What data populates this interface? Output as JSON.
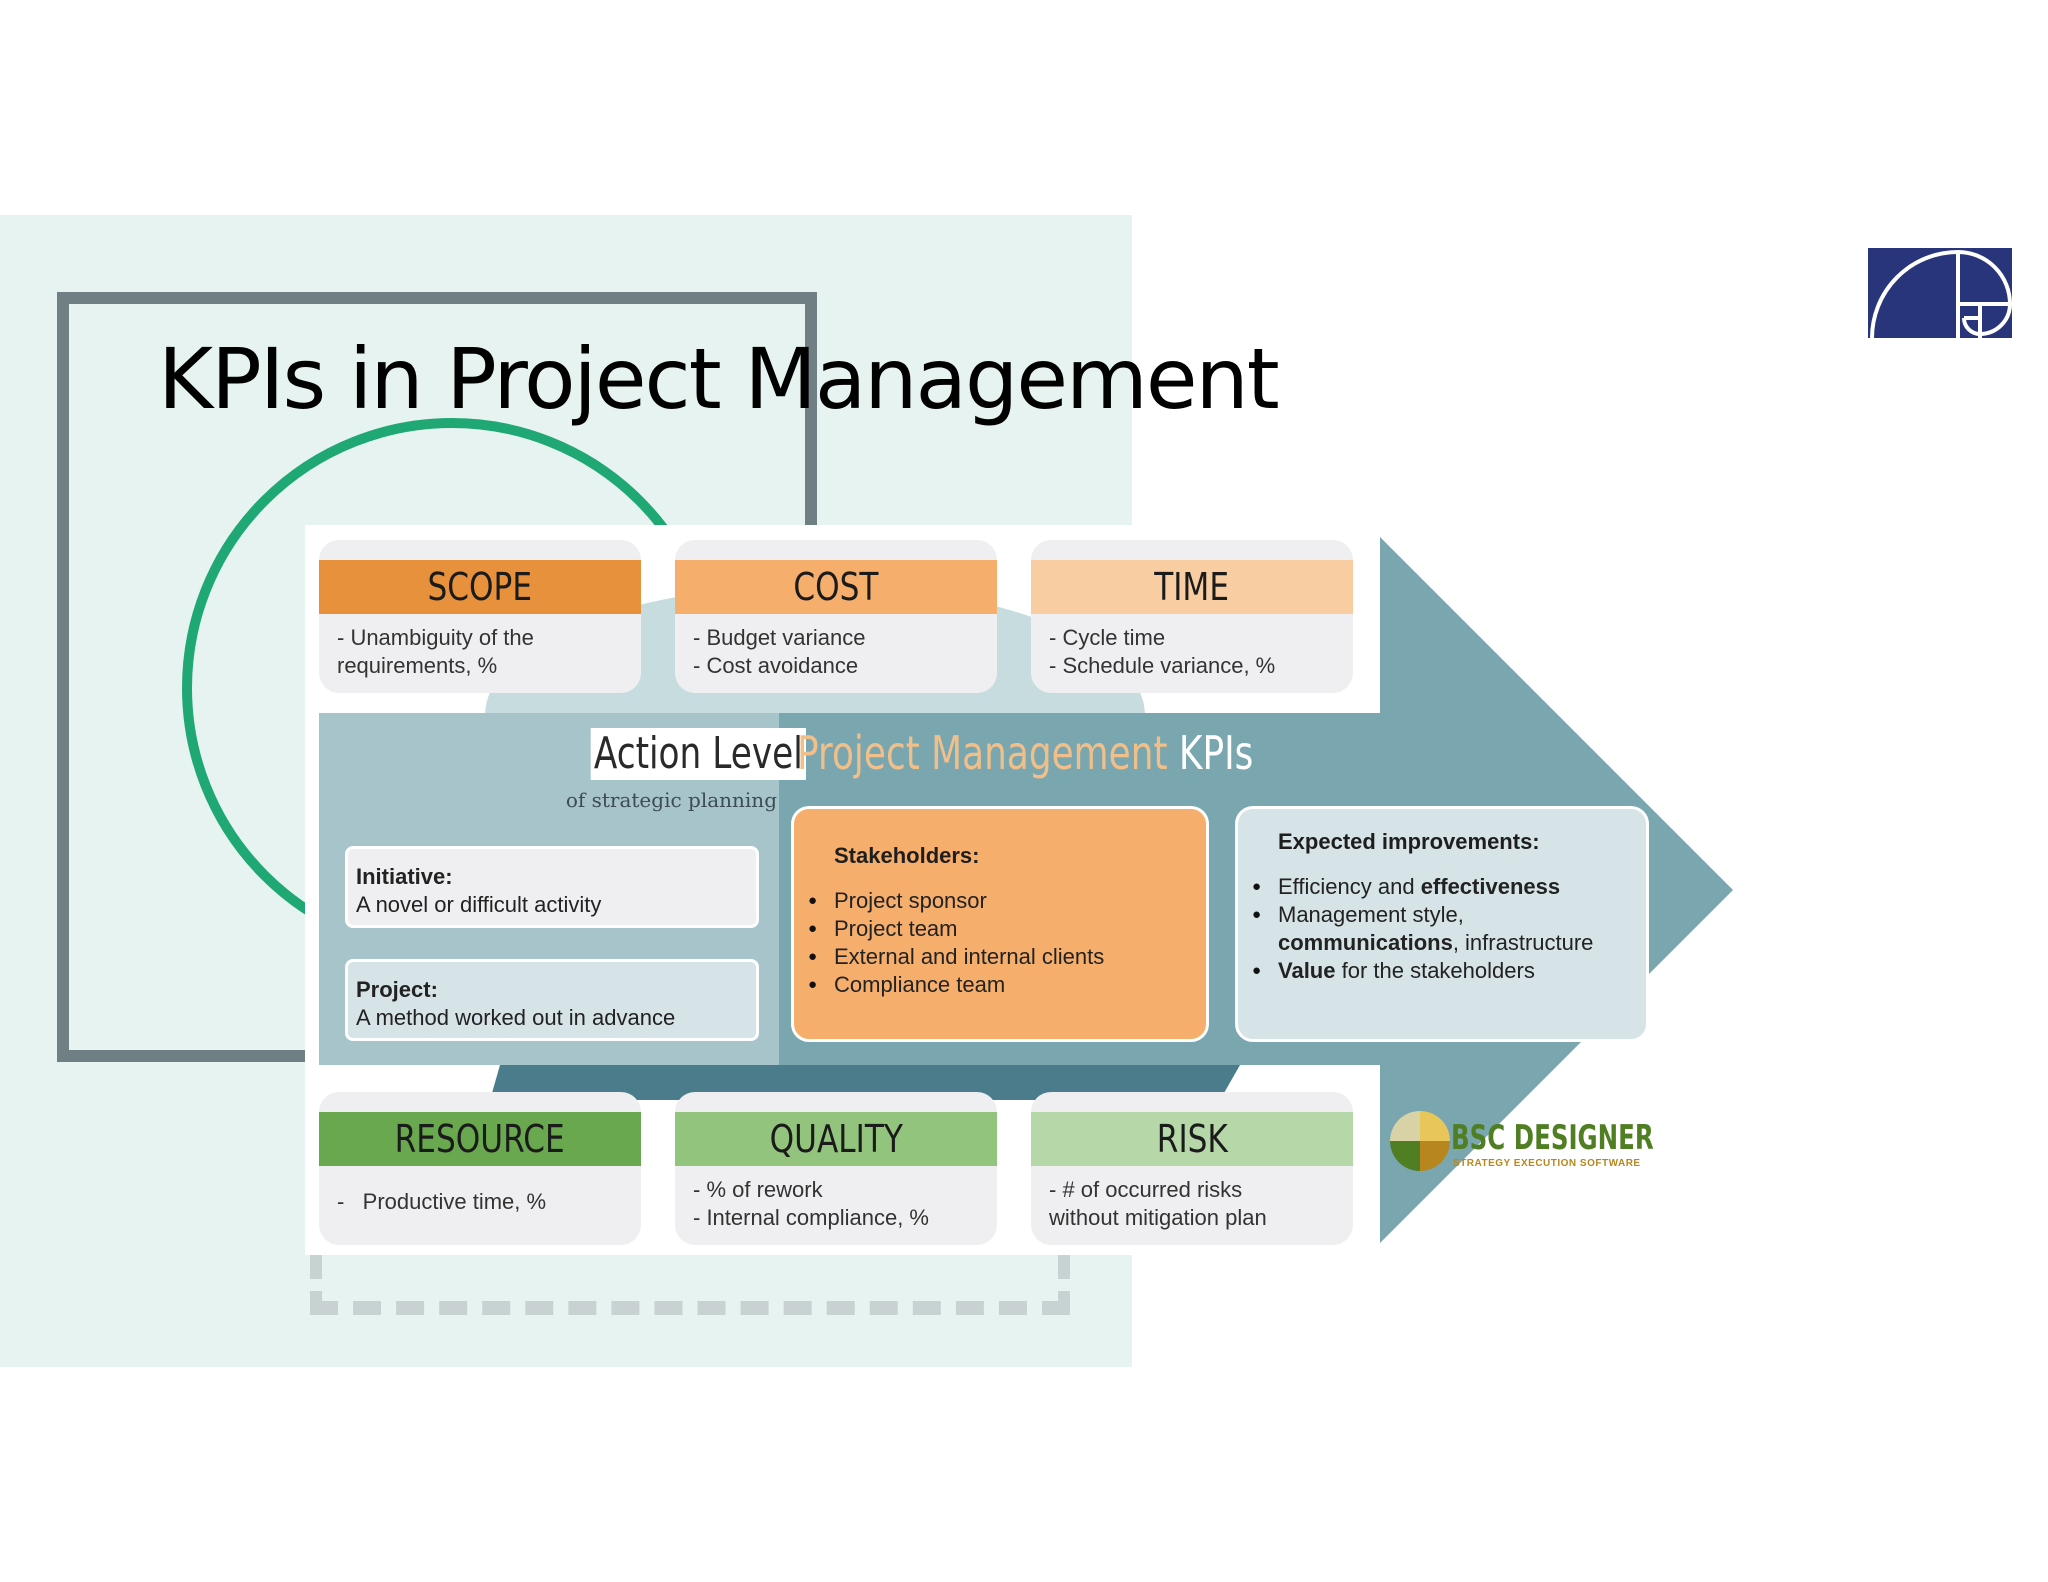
{
  "title": "KPIs in Project Management",
  "colors": {
    "scope": "#e7913d",
    "cost": "#f5ae6c",
    "time": "#f8cda2",
    "resource": "#6aa84f",
    "quality": "#93c47d",
    "risk": "#b6d7a8",
    "arrow": "#7aa6b0",
    "arrow_dark": "#4a7c8c",
    "stakeholders": "#f5ae6c"
  },
  "top_cards": [
    {
      "title": "SCOPE",
      "lines": [
        "- Unambiguity of the",
        "requirements, %"
      ]
    },
    {
      "title": "COST",
      "lines": [
        "- Budget variance",
        "- Cost avoidance"
      ]
    },
    {
      "title": "TIME",
      "lines": [
        "- Cycle time",
        "- Schedule variance, %"
      ]
    }
  ],
  "bottom_cards": [
    {
      "title": "RESOURCE",
      "lines": [
        "-   Productive time, %"
      ]
    },
    {
      "title": "QUALITY",
      "lines": [
        "- % of rework",
        "- Internal compliance, %"
      ]
    },
    {
      "title": "RISK",
      "lines": [
        "- # of occurred risks",
        "without mitigation plan"
      ]
    }
  ],
  "action_level": {
    "title": "Action Level",
    "subtitle": "of strategic planning"
  },
  "definitions": [
    {
      "label": "Initiative:",
      "text": "A novel or difficult activity"
    },
    {
      "label": "Project:",
      "text": "A method worked out in advance"
    }
  ],
  "pm_title": {
    "part1": "Project Management ",
    "part2": "KPIs"
  },
  "stakeholders": {
    "title": "Stakeholders:",
    "items": [
      "Project sponsor",
      "Project team",
      "External and internal clients",
      "Compliance team"
    ]
  },
  "improvements": {
    "title": "Expected improvements:",
    "item1_a": "Efficiency and ",
    "item1_b": "effectiveness",
    "item2_a": "Management style,",
    "item2_b": "communications",
    "item2_c": ", infrastructure",
    "item3_a": "Value",
    "item3_b": " for the stakeholders"
  },
  "bsc_logo": {
    "name": "BSC DESIGNER",
    "tagline": "STRATEGY EXECUTION SOFTWARE"
  },
  "icons": {
    "corner_logo": "golden-spiral-logo-icon",
    "bsc_logo": "bsc-designer-logo-icon"
  }
}
